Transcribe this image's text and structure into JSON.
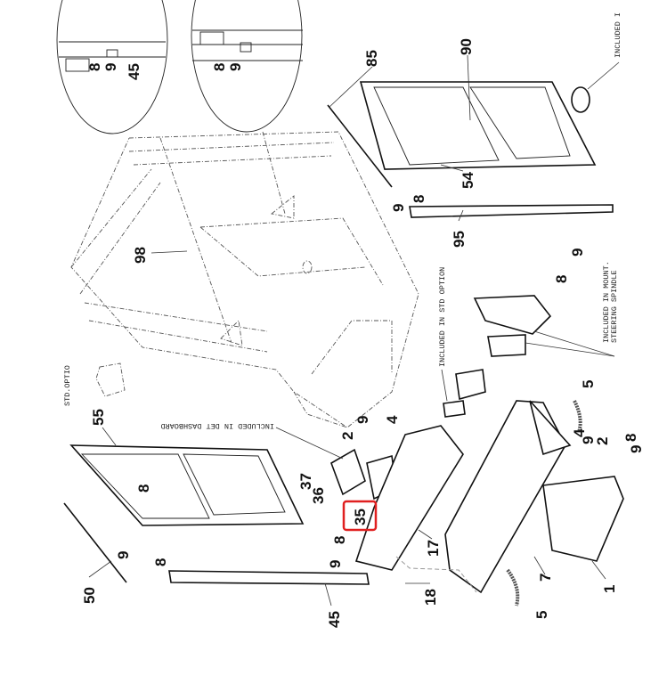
{
  "diagram": {
    "labels": [
      "8",
      "9",
      "45",
      "8",
      "9",
      "85",
      "90",
      "54",
      "9",
      "8",
      "95",
      "9",
      "8",
      "98",
      "55",
      "2",
      "9",
      "4",
      "5",
      "4",
      "9",
      "2",
      "8",
      "9",
      "37",
      "36",
      "35",
      "8",
      "50",
      "9",
      "8",
      "8",
      "9",
      "45",
      "17",
      "18",
      "7",
      "5",
      "1"
    ],
    "notes": {
      "included_top": "INCLUDED I",
      "std_option": "INCLUDED IN STD OPTION",
      "steering_1": "INCLUDED IN MOUNT.",
      "steering_2": "STEERING SPINDLE",
      "std_optio": "STD.OPTIO",
      "dashboard": "INCLUDED IN DET DASHBOARD"
    },
    "highlight_color": "#e02020",
    "highlighted_label": "35"
  }
}
